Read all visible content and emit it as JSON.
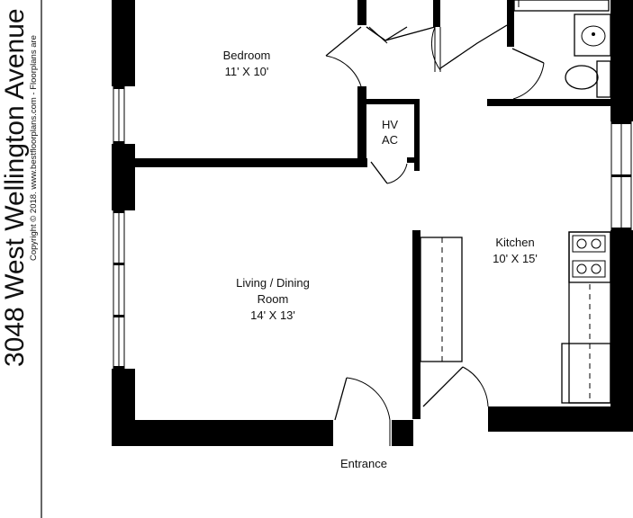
{
  "address": "3048 West Wellington Avenue",
  "copyright": "Copyright © 2018. www.bestfloorplans.com - Floorplans are",
  "rooms": {
    "bedroom": {
      "name": "Bedroom",
      "size": "11' X 10'"
    },
    "living": {
      "name_line1": "Living / Dining",
      "name_line2": "Room",
      "size": "14' X 13'"
    },
    "kitchen": {
      "name": "Kitchen",
      "size": "10' X 15'"
    },
    "hvac": {
      "line1": "HV",
      "line2": "AC"
    }
  },
  "entrance": "Entrance"
}
